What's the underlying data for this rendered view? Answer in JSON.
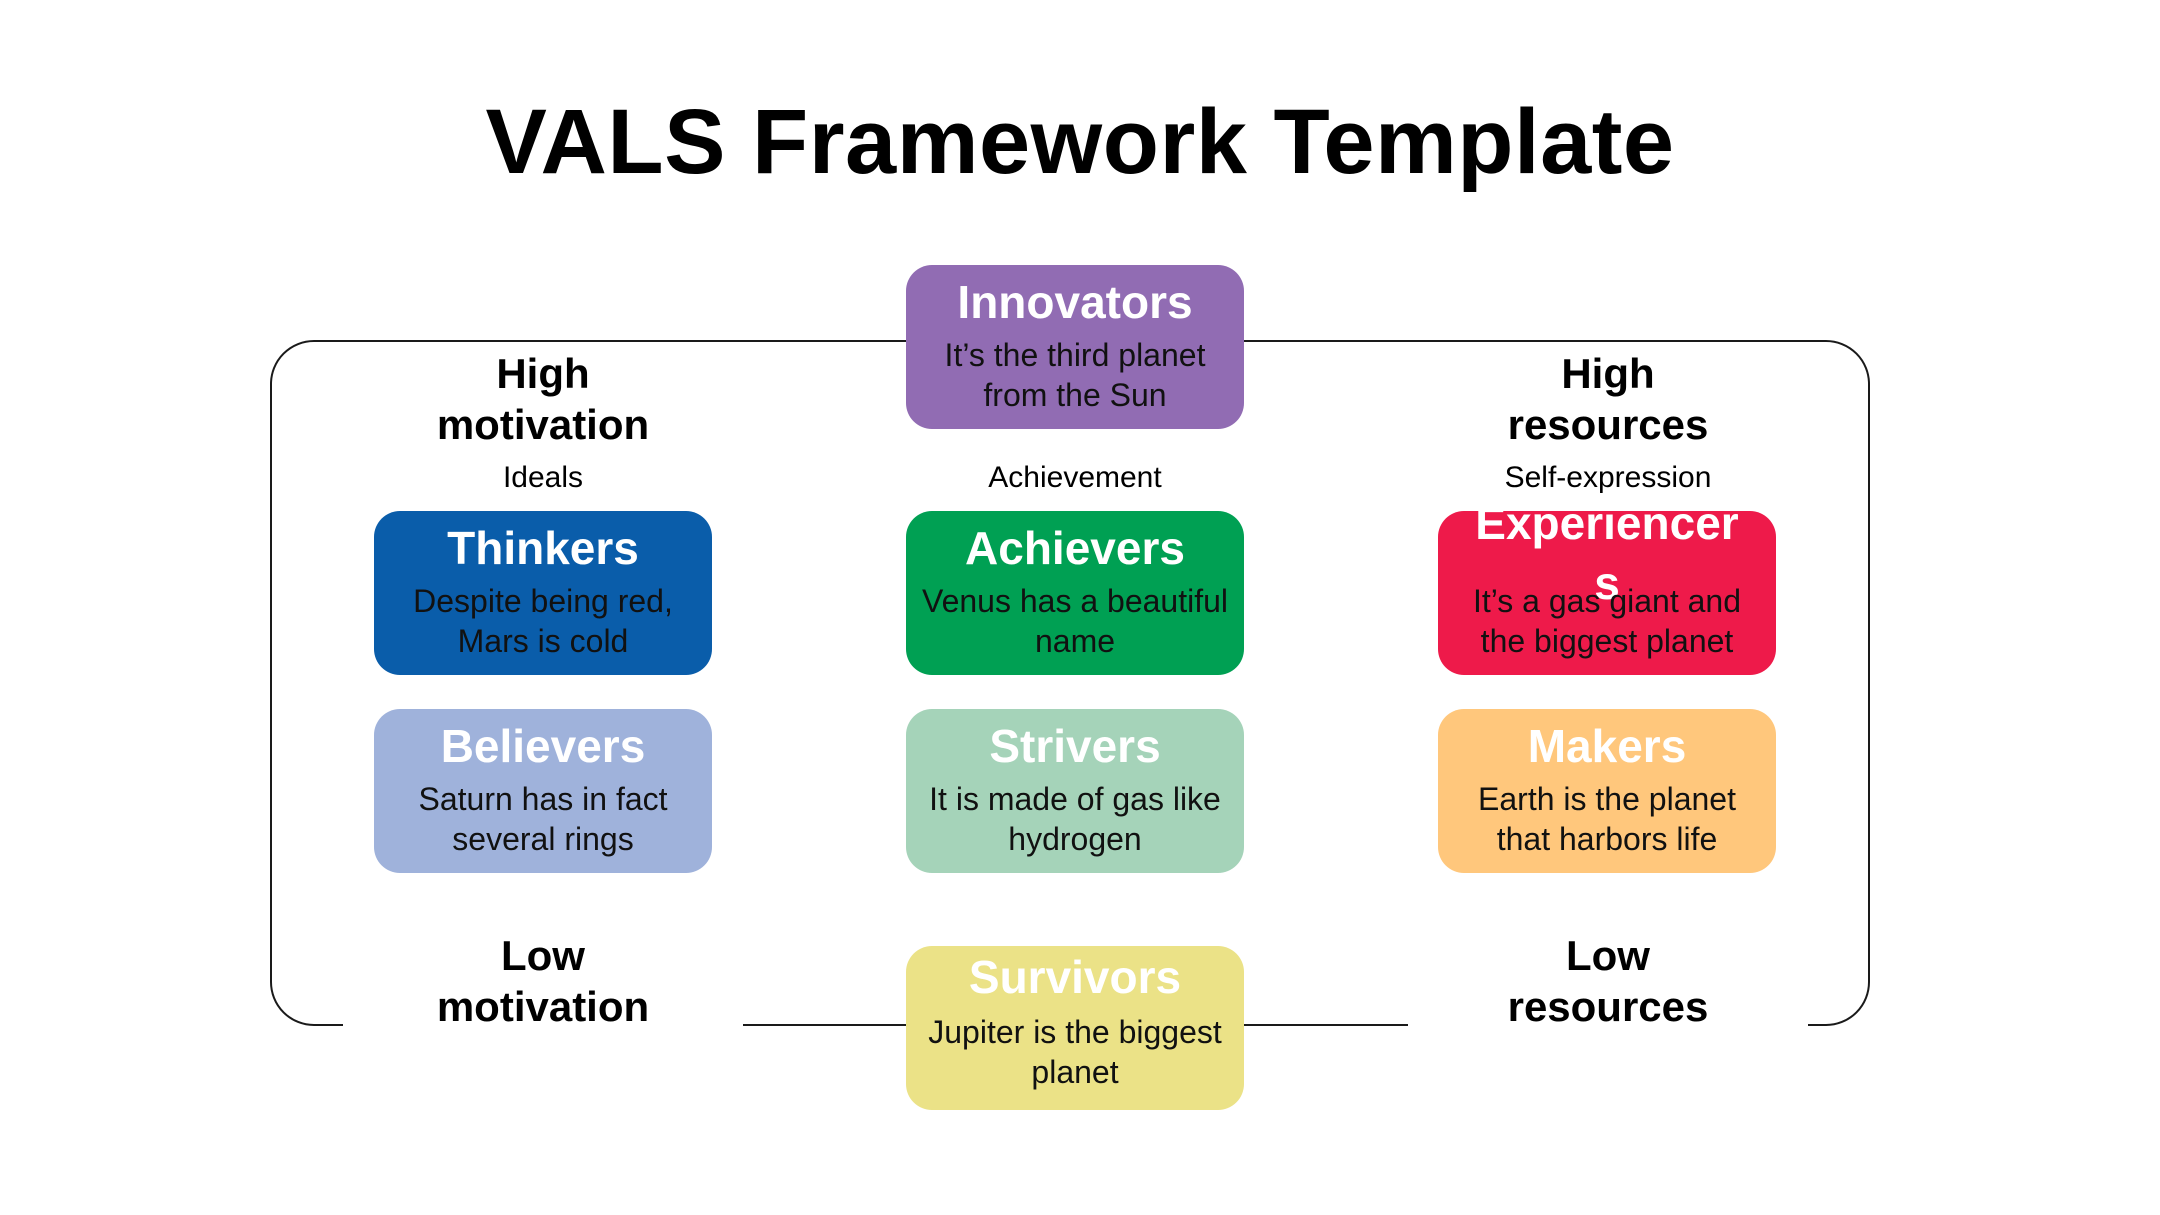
{
  "title": "VALS Framework Template",
  "axes": {
    "high_motivation": [
      "High",
      "motivation"
    ],
    "high_resources": [
      "High",
      "resources"
    ],
    "low_motivation": [
      "Low",
      "motivation"
    ],
    "low_resources": [
      "Low",
      "resources"
    ]
  },
  "dimensions": {
    "ideals": "Ideals",
    "achievement": "Achievement",
    "self_expression": "Self-expression"
  },
  "segments": {
    "innovators": {
      "name": "Innovators",
      "desc": "It’s the third planet from the Sun",
      "color": "#916cb3"
    },
    "thinkers": {
      "name": "Thinkers",
      "desc": "Despite being red, Mars is cold",
      "color": "#0a5daa"
    },
    "achievers": {
      "name": "Achievers",
      "desc": "Venus has a beautiful name",
      "color": "#00a053"
    },
    "experiencers": {
      "name": "Experiencers",
      "desc": "It’s a gas giant and the biggest planet",
      "color": "#ee1a4a"
    },
    "believers": {
      "name": "Believers",
      "desc": "Saturn has in fact several rings",
      "color": "#9fb2db"
    },
    "strivers": {
      "name": "Strivers",
      "desc": "It is made of gas like hydrogen",
      "color": "#a5d3b9"
    },
    "makers": {
      "name": "Makers",
      "desc": "Earth is the planet that harbors life",
      "color": "#ffc77c"
    },
    "survivors": {
      "name": "Survivors",
      "desc": "Jupiter is the biggest planet",
      "color": "#ebe287"
    }
  }
}
